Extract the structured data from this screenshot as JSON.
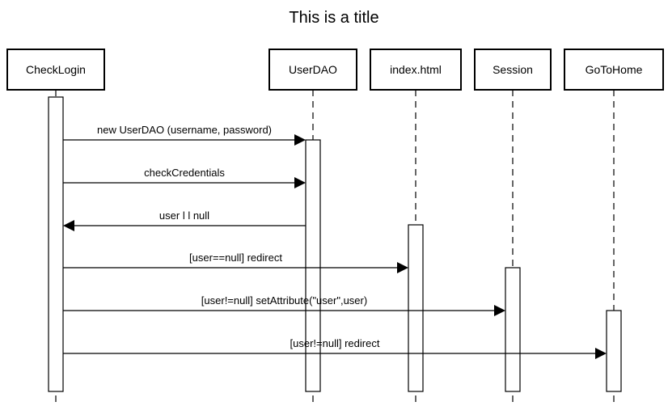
{
  "title": "This is a title",
  "participants": [
    {
      "id": "CheckLogin",
      "label": "CheckLogin"
    },
    {
      "id": "UserDAO",
      "label": "UserDAO"
    },
    {
      "id": "index",
      "label": "index.html"
    },
    {
      "id": "Session",
      "label": "Session"
    },
    {
      "id": "GoToHome",
      "label": "GoToHome"
    }
  ],
  "messages": [
    {
      "from": "CheckLogin",
      "to": "UserDAO",
      "label": "new UserDAO (username, password)"
    },
    {
      "from": "CheckLogin",
      "to": "UserDAO",
      "label": "checkCredentials"
    },
    {
      "from": "UserDAO",
      "to": "CheckLogin",
      "label": "user l l null"
    },
    {
      "from": "CheckLogin",
      "to": "index",
      "label": "[user==null] redirect"
    },
    {
      "from": "CheckLogin",
      "to": "Session",
      "label": "[user!=null] setAttribute(\"user\",user)"
    },
    {
      "from": "CheckLogin",
      "to": "GoToHome",
      "label": "[user!=null] redirect"
    }
  ]
}
